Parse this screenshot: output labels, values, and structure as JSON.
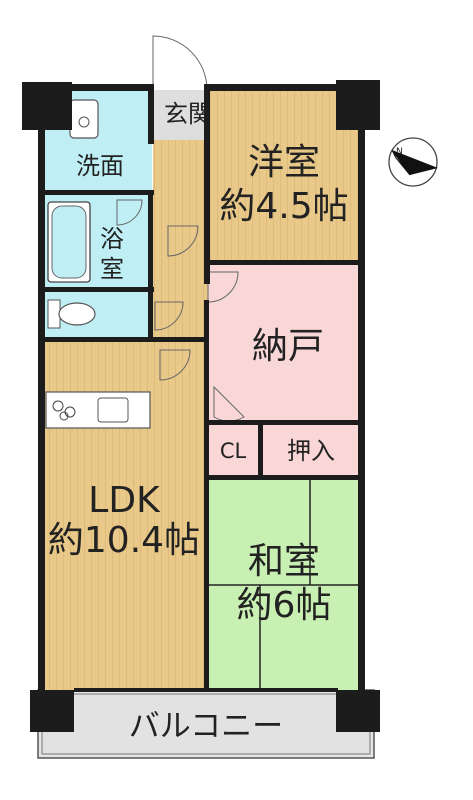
{
  "rooms": {
    "entrance": "玄関",
    "western_room": {
      "name": "洋室",
      "size": "約4.5帖"
    },
    "washroom": "洗面",
    "bathroom": {
      "line1": "浴",
      "line2": "室"
    },
    "storage_room": "納戸",
    "closet": "CL",
    "oshiire": "押入",
    "ldk": {
      "name": "LDK",
      "size": "約10.4帖"
    },
    "japanese_room": {
      "name": "和室",
      "size": "約6帖"
    },
    "balcony": "バルコニー"
  },
  "colors": {
    "wood_floor": "#e9c98a",
    "wet_area": "#bfeff5",
    "storage_room": "#f9d7d7",
    "tatami": "#c9f0b3",
    "balcony": "#e2e2e2",
    "entrance_floor": "#dedede",
    "walls": "#1c1c1c"
  },
  "compass_icon": "north-arrow-icon"
}
